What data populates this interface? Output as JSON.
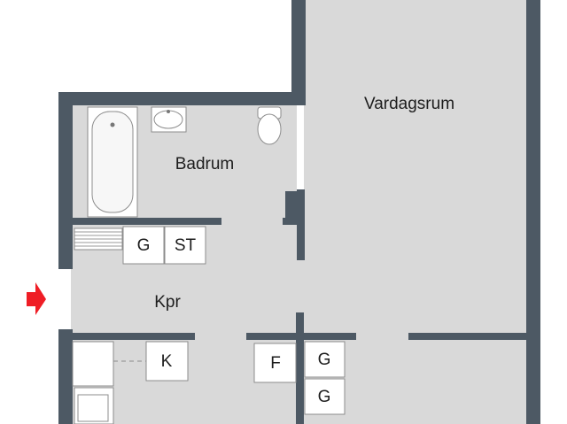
{
  "colors": {
    "wall": "#4d5964",
    "floor": "#d9d9d9",
    "fixture": "#ffffff",
    "fixture_stroke": "#8c8c8c",
    "entrance_arrow": "#ef1d25"
  },
  "rooms": {
    "living": {
      "label": "Vardagsrum"
    },
    "bath": {
      "label": "Badrum"
    },
    "hall": {
      "label": "Kpr"
    }
  },
  "fixtures": {
    "bath_g": {
      "label": "G"
    },
    "bath_st": {
      "label": "ST"
    },
    "hall_k": {
      "label": "K"
    },
    "hall_f": {
      "label": "F"
    },
    "closet_g1": {
      "label": "G"
    },
    "closet_g2": {
      "label": "G"
    }
  },
  "icons": {
    "bathtub": "bathtub-icon",
    "sink": "sink-icon",
    "toilet": "toilet-icon",
    "radiator": "radiator-icon",
    "kitchen_sink": "kitchen-sink-icon",
    "entrance": "entrance-arrow-icon"
  }
}
